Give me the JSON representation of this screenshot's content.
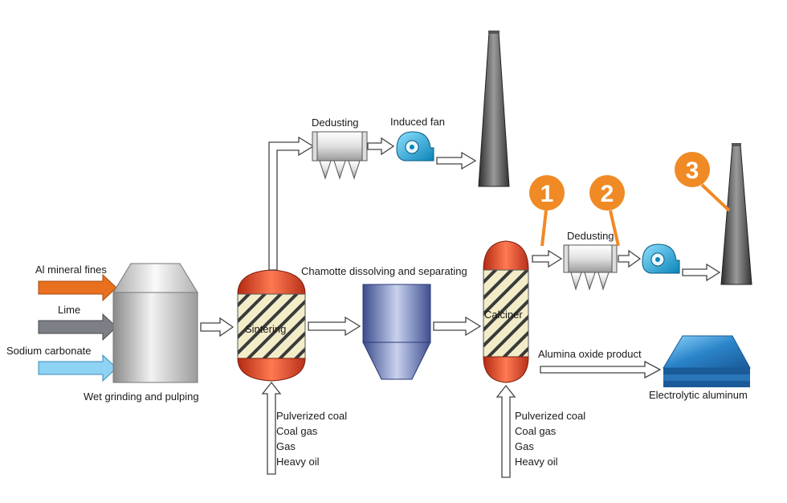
{
  "labels": {
    "al_mineral_fines": "Al mineral fines",
    "lime": "Lime",
    "sodium_carbonate": "Sodium carbonate",
    "wet_grinding": "Wet grinding and pulping",
    "sintering": "Sintering",
    "chamotte": "Chamotte dissolving and separating",
    "calciner": "Calciner",
    "dedusting_top": "Dedusting",
    "induced_fan": "Induced fan",
    "dedusting_right": "Dedusting",
    "alumina_product": "Alumina oxide product",
    "electrolytic_aluminum": "Electrolytic aluminum"
  },
  "fuels_left": [
    "Pulverized coal",
    "Coal gas",
    "Gas",
    "Heavy oil"
  ],
  "fuels_right": [
    "Pulverized coal",
    "Coal gas",
    "Gas",
    "Heavy oil"
  ],
  "markers": [
    "1",
    "2",
    "3"
  ],
  "colors": {
    "orange_arrow": "#e8701e",
    "gray_arrow": "#7d7f86",
    "blue_arrow": "#8fd3f4",
    "kiln_red": "#e24a2a",
    "fan_blue": "#1aa9dd",
    "marker_orange": "#f08a24",
    "tank_blue": "#5566a8",
    "stack_gray": "#4a4a4a",
    "aluminum_blue": "#2f8fd0"
  }
}
